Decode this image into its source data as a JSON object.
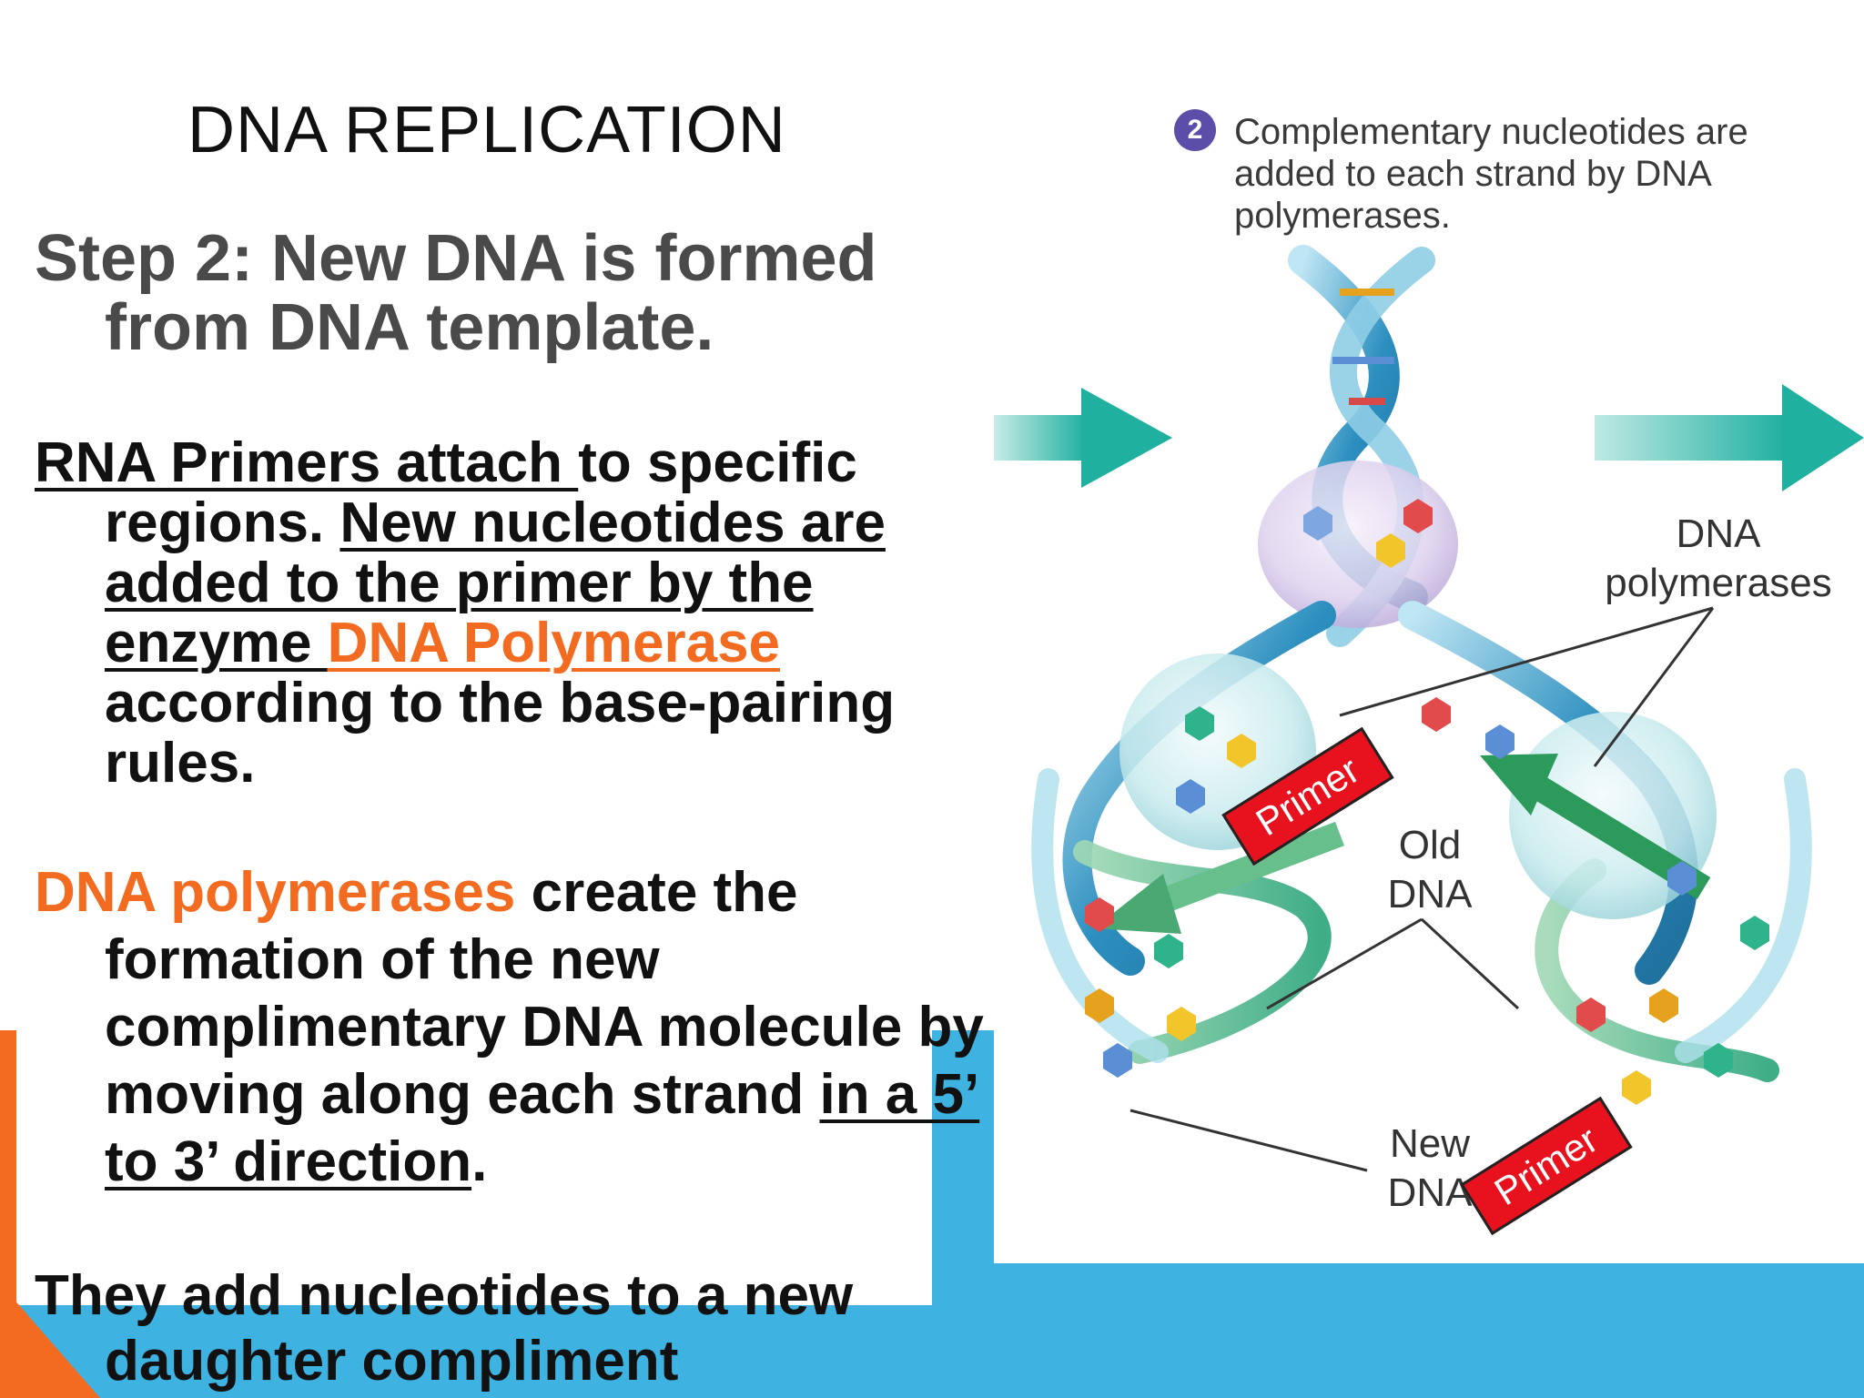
{
  "slide": {
    "title": "DNA REPLICATION",
    "step_heading": "Step 2: New DNA is formed from DNA template.",
    "paragraph1": {
      "part1_underlined": "RNA Primers attach ",
      "part2": "to specific regions. ",
      "part3_underlined": "New nucleotides are added to the primer by the enzyme ",
      "part4_orange_underlined": "DNA Polymerase",
      "part5": " according to the base-pairing rules."
    },
    "paragraph2": {
      "part1_orange": "DNA polymerases",
      "part2": " create the formation of the new complimentary DNA molecule by moving along each strand ",
      "part3_underlined": "in a 5’ to 3’ direction",
      "part4": "."
    },
    "paragraph3": "They add nucleotides to a new daughter compliment"
  },
  "figure": {
    "step_number": "2",
    "caption": "Complementary nucleotides are added to each strand by DNA polymerases.",
    "label_dna_polymerases": "DNA polymerases",
    "label_old_dna": "Old DNA",
    "label_new_dna": "New DNA",
    "primer_label_1": "Primer",
    "primer_label_2": "Primer"
  },
  "colors": {
    "accent_orange": "#f26b21",
    "accent_blue": "#3eb2e0",
    "primer_red": "#e8121e",
    "arrow_teal": "#2bb5a6"
  }
}
